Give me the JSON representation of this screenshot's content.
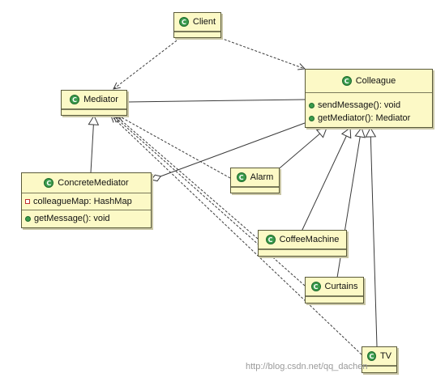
{
  "classes": {
    "client": {
      "name": "Client"
    },
    "mediator": {
      "name": "Mediator"
    },
    "colleague": {
      "name": "Colleague",
      "methods": [
        "sendMessage(): void",
        "getMediator(): Mediator"
      ]
    },
    "concrete_mediator": {
      "name": "ConcreteMediator",
      "fields": [
        "colleagueMap: HashMap"
      ],
      "methods": [
        "getMessage(): void"
      ]
    },
    "alarm": {
      "name": "Alarm"
    },
    "coffee_machine": {
      "name": "CoffeeMachine"
    },
    "curtains": {
      "name": "Curtains"
    },
    "tv": {
      "name": "TV"
    }
  },
  "class_icon_letter": "C",
  "watermark": "http://blog.csdn.net/qq_dachen",
  "colors": {
    "class_fill": "#fcf9c6",
    "class_border": "#5a5a3a",
    "icon_green": "#3a9b4c",
    "line": "#3a3a3a"
  }
}
